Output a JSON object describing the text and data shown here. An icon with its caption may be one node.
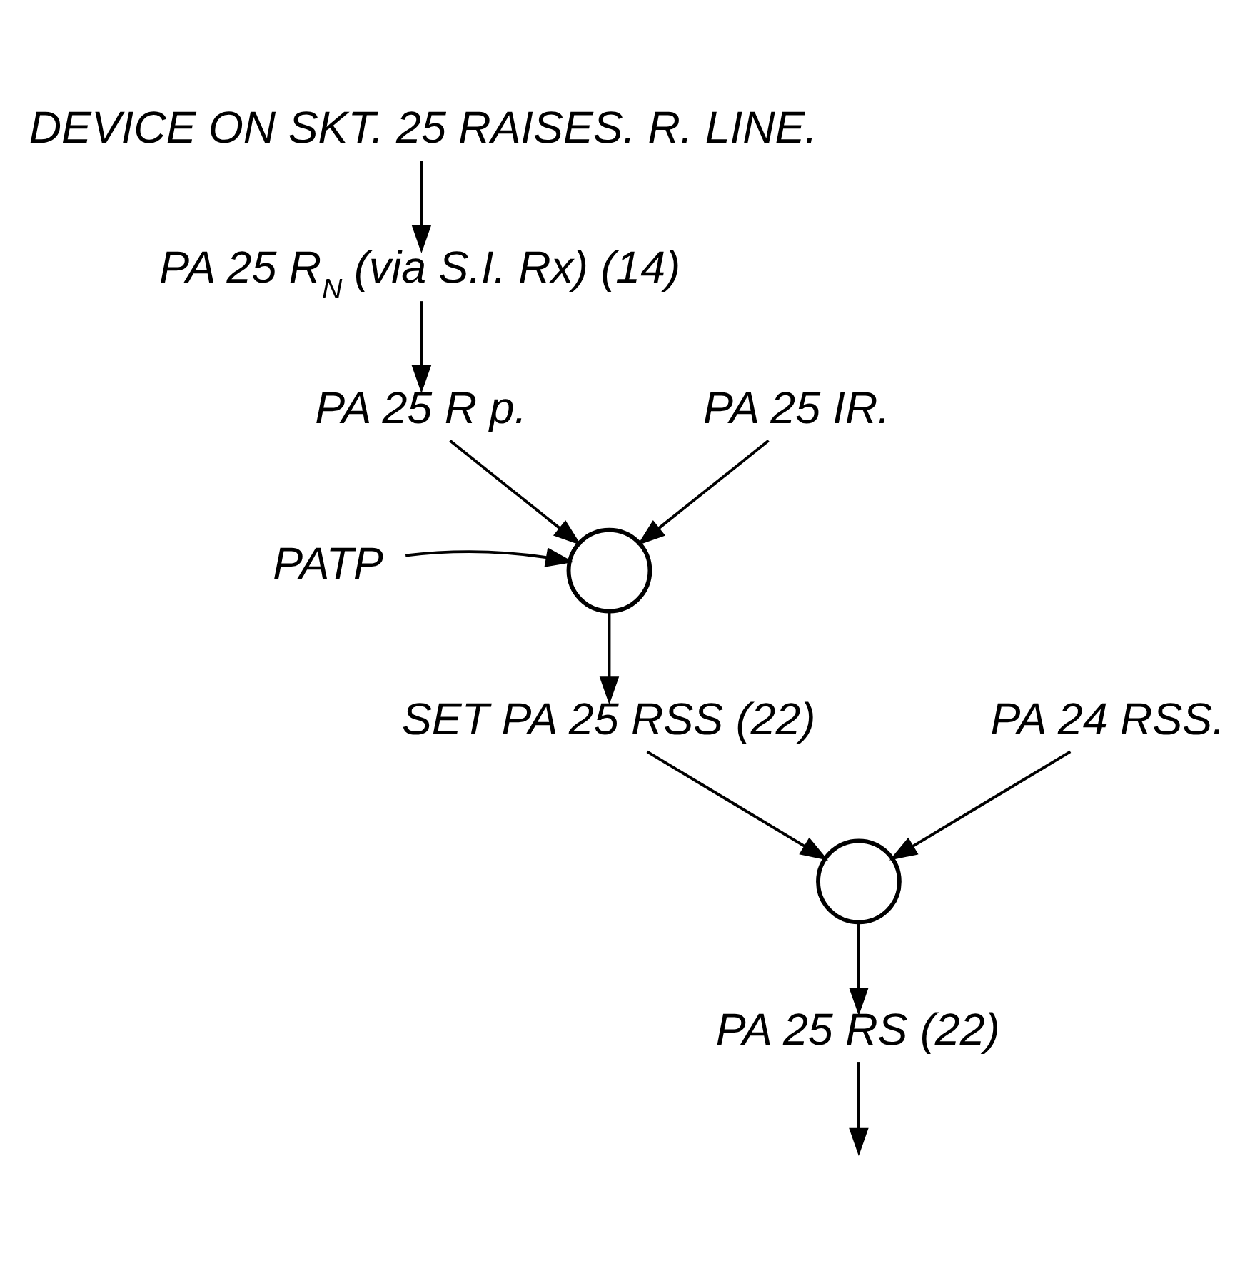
{
  "diagram": {
    "nodes": [
      {
        "text": [
          "DEVICE ON SKT. 25 RAISES. R. LINE."
        ]
      },
      {
        "text": [
          "PA 25 R$_{N}$ (via S.I. Rx) (14)"
        ]
      },
      {
        "text": [
          "PA 25 R p."
        ]
      },
      {
        "text": [
          "PA 25 IR."
        ]
      },
      {
        "text": [
          "PATP"
        ]
      },
      {
        "text": [],
        "shape": "circle"
      },
      {
        "text": [
          "SET PA 25 RSS (22)"
        ]
      },
      {
        "text": [],
        "shape": "circle"
      },
      {
        "text": [
          "PA 24 RSS."
        ]
      },
      {
        "text": [
          "PA 25 RS (22)"
        ]
      }
    ],
    "edges": [
      {
        "from": 0,
        "to": 1,
        "arrow": "to"
      },
      {
        "from": 1,
        "to": 2,
        "arrow": "to"
      },
      {
        "from": 2,
        "to": 5,
        "arrow": "to"
      },
      {
        "from": 4,
        "to": 5,
        "arrow": "to"
      },
      {
        "from": 3,
        "to": 5,
        "arrow": "to"
      },
      {
        "from": 5,
        "to": 6,
        "arrow": "to"
      },
      {
        "from": 6,
        "to": 7,
        "arrow": "to"
      },
      {
        "from": 8,
        "to": 7,
        "arrow": "to"
      },
      {
        "from": 7,
        "to": 9,
        "arrow": "to"
      },
      {
        "from": 9,
        "to": null,
        "arrow": "to"
      }
    ]
  }
}
